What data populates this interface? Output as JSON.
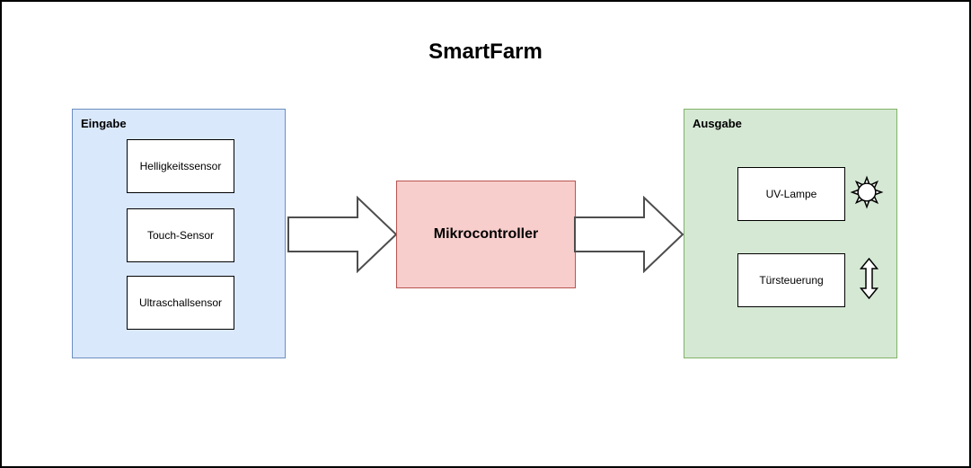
{
  "title": "SmartFarm",
  "input_group": {
    "label": "Eingabe",
    "nodes": [
      "Helligkeitssensor",
      "Touch-Sensor",
      "Ultraschallsensor"
    ]
  },
  "controller": {
    "label": "Mikrocontroller"
  },
  "output_group": {
    "label": "Ausgabe",
    "nodes": [
      {
        "label": "UV-Lampe",
        "icon": "sun-icon"
      },
      {
        "label": "Türsteuerung",
        "icon": "vertical-double-arrow-icon"
      }
    ]
  },
  "arrows": [
    {
      "from": "Eingabe",
      "to": "Mikrocontroller",
      "direction": "right"
    },
    {
      "from": "Mikrocontroller",
      "to": "Ausgabe",
      "direction": "right"
    }
  ],
  "colors": {
    "background": "#ffffff",
    "canvas_border": "#000000",
    "input_fill": "#dae8fc",
    "input_border": "#6c8ebf",
    "output_fill": "#d5e8d4",
    "output_border": "#82b366",
    "controller_fill": "#f8cecc",
    "controller_border": "#b85450",
    "node_fill": "#ffffff",
    "node_border": "#000000",
    "arrow_fill": "#ffffff",
    "arrow_border": "#4d4d4d"
  }
}
